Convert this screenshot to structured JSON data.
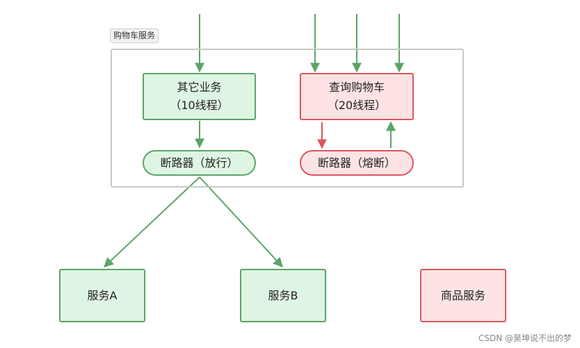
{
  "group": {
    "label": "购物车服务"
  },
  "nodes": {
    "other_business": {
      "line1": "其它业务",
      "line2": "（10线程）"
    },
    "query_cart": {
      "line1": "查询购物车",
      "line2": "（20线程）"
    },
    "breaker_open": {
      "label": "断路器（放行）"
    },
    "breaker_tripped": {
      "label": "断路器（熔断）"
    },
    "service_a": {
      "label": "服务A"
    },
    "service_b": {
      "label": "服务B"
    },
    "product_service": {
      "label": "商品服务"
    }
  },
  "colors": {
    "green_fill": "#dff5e3",
    "green_stroke": "#5aa469",
    "red_fill": "#fde3e4",
    "red_stroke": "#d9575d"
  },
  "watermark": "CSDN @昊坤说不出的梦"
}
